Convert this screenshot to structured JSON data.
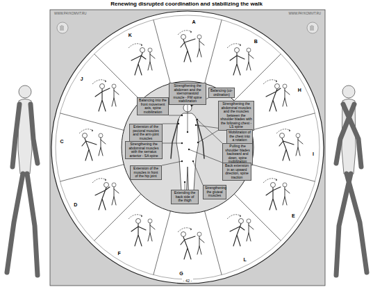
{
  "diagram": {
    "title": "Renewing disrupted coordination and stabilizing the walk",
    "nodes": [
      {
        "text": [
          "Strengthening the abdomen and the sternomastoid muscle - FM spine stabilization"
        ]
      },
      {
        "text": [
          "Balancing (co-ordination)"
        ]
      },
      {
        "text": [
          "Strengthening the abdominal muscles and the muscles between the shoulder blades with the following chest - LS spine"
        ]
      },
      {
        "text": [
          "Mobilization of the chest into a rotation"
        ]
      },
      {
        "text": [
          "Pulling the shoulder blades backward and down, spine mobilization"
        ]
      },
      {
        "text": [
          "Back extension in an upward direction, spine traction"
        ]
      },
      {
        "text": [
          "Strengthening the gluteal muscles"
        ]
      },
      {
        "text": [
          "Extending the back side of the thigh"
        ]
      },
      {
        "text": [
          "Extension of the muscles in front of the hip joint"
        ]
      },
      {
        "text": [
          "Strengthening the abdominal muscles with the serratus anterior - SA spine"
        ]
      },
      {
        "text": [
          "Extension of the pectoral muscles and the arm-joint muscles"
        ]
      },
      {
        "text": [
          "Balancing into the front movement axis, spine mobilization"
        ]
      }
    ],
    "labels": [
      "WWW.PAYKOMVIT.RU",
      "WWW.PAYKOMVIT.RU",
      "A",
      "B",
      "H",
      "I",
      "E",
      "L",
      "G",
      "F",
      "D",
      "C",
      "J",
      "K",
      "- 42 -"
    ]
  }
}
